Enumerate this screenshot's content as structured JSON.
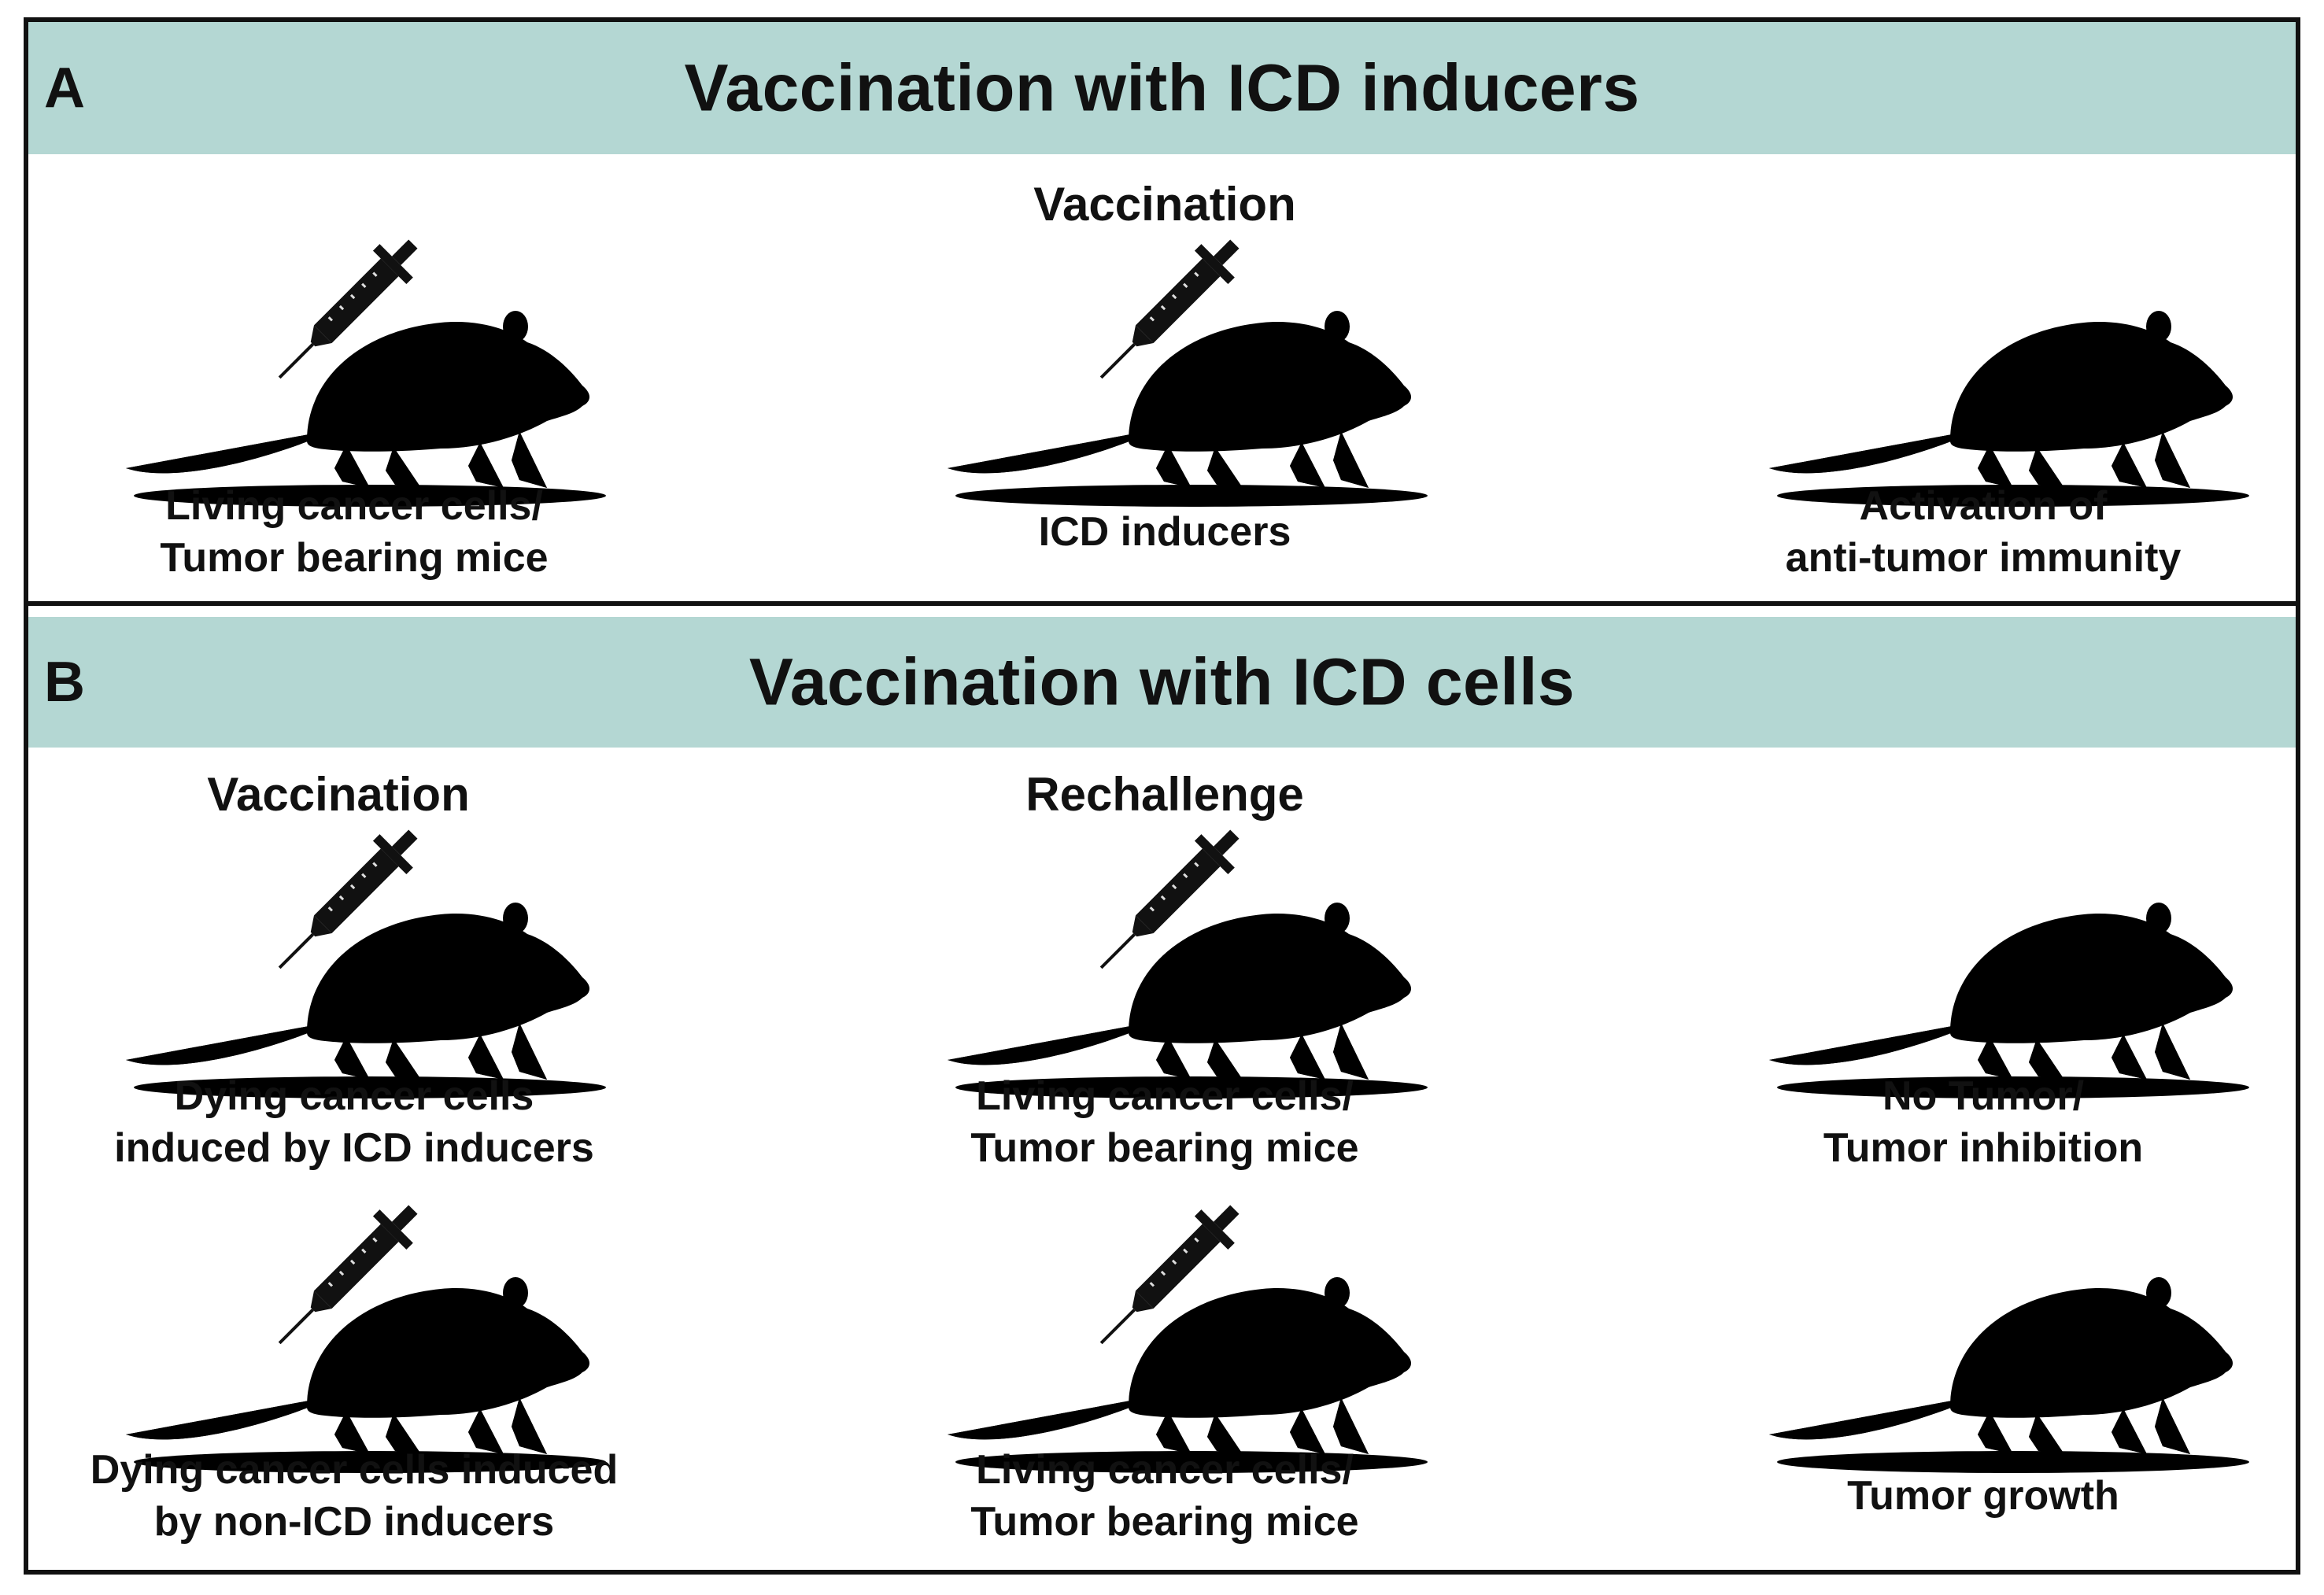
{
  "panel_a": {
    "letter": "A",
    "title": "Vaccination with ICD inducers",
    "step_label": "Vaccination",
    "captions": [
      [
        "Living cancer cells/",
        "Tumor bearing mice"
      ],
      [
        "ICD inducers"
      ],
      [
        "Activation of",
        "anti-tumor immunity"
      ]
    ]
  },
  "panel_b": {
    "letter": "B",
    "title": "Vaccination with ICD cells",
    "step_labels": [
      "Vaccination",
      "Rechallenge"
    ],
    "row1_captions": [
      [
        "Dying cancer cells",
        "induced by ICD inducers"
      ],
      [
        "Living cancer cells/",
        "Tumor bearing mice"
      ],
      [
        "No Tumor/",
        "Tumor inhibition"
      ]
    ],
    "row2_captions": [
      [
        "Dying cancer cells induced",
        "by non-ICD inducers"
      ],
      [
        "Living cancer cells/",
        "Tumor bearing mice"
      ],
      [
        "Tumor growth"
      ]
    ]
  },
  "colors": {
    "header_band": "#b4d7d3",
    "mouse_fill": "#d4d4d4",
    "outline": "#111111"
  },
  "icons": [
    "mouse-icon",
    "syringe-icon"
  ]
}
